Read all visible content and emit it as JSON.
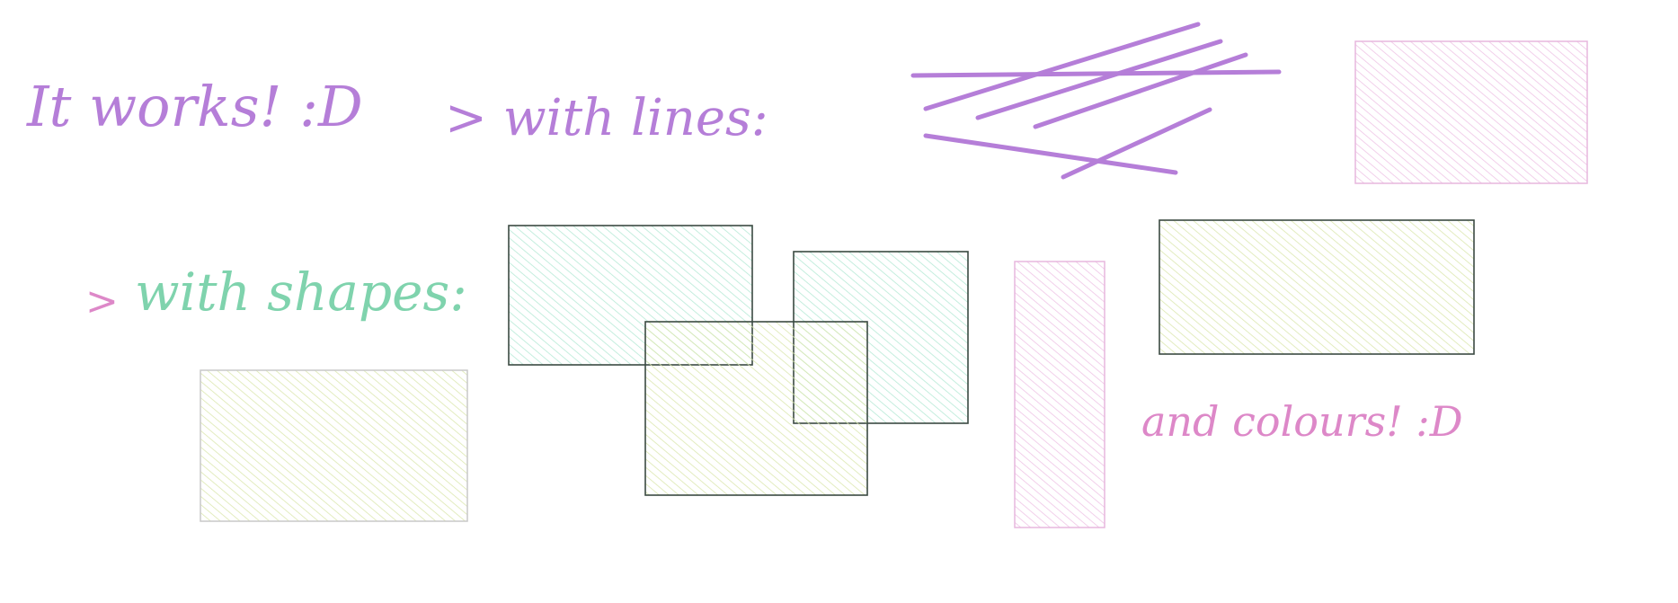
{
  "texts": {
    "it_works": "It works! :D",
    "with_lines": "> with lines:",
    "with_shapes_arrow": ">",
    "with_shapes": "with shapes:",
    "and_colours": "and colours! :D"
  },
  "colors": {
    "background": "#ffffff",
    "purple_ink": "#b57ed8",
    "teal_ink": "#7fd3ad",
    "pink_ink": "#dd88c8",
    "stroke_dark": "#3b4a42",
    "stroke_light": "#c9c9c9",
    "mint_fill": "#b6ead6",
    "olive_fill": "#dce8b0",
    "pink_fill": "#efc4e6"
  }
}
